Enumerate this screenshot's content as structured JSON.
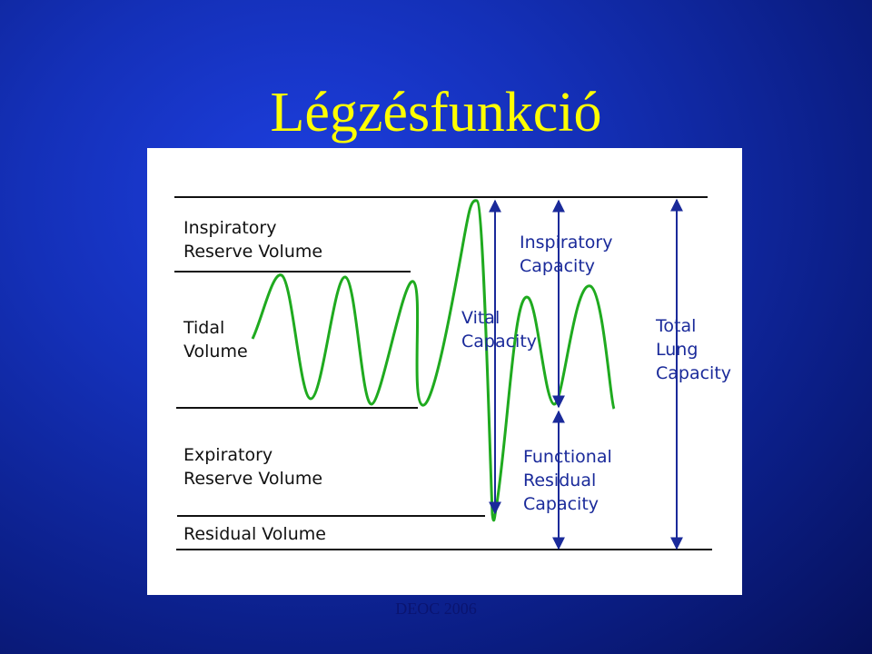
{
  "title": "Légzésfunkció",
  "footer": "DEOC 2006",
  "colors": {
    "title": "#ffff00",
    "trace": "#1faa1f",
    "capacity_arrows": "#1a2a9a",
    "background": "#0b1e86"
  },
  "diagram": {
    "volume_labels": [
      [
        "Inspiratory",
        "Reserve Volume"
      ],
      [
        "Tidal",
        "Volume"
      ],
      [
        "Expiratory",
        "Reserve Volume"
      ],
      [
        "Residual Volume"
      ]
    ],
    "capacity_labels": [
      [
        "Vital",
        "Capacity"
      ],
      [
        "Inspiratory",
        "Capacity"
      ],
      [
        "Functional",
        "Residual",
        "Capacity"
      ],
      [
        "Total",
        "Lung",
        "Capacity"
      ]
    ]
  }
}
